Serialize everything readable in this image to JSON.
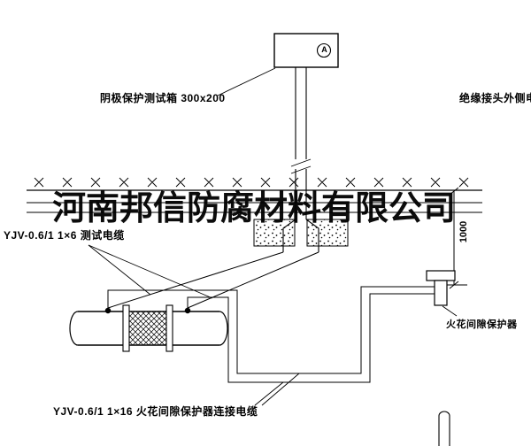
{
  "meta": {
    "type": "cad-installation-drawing",
    "background_color": "#ffffff",
    "line_color": "#000000"
  },
  "watermark": {
    "text": "河南邦信防腐材料有限公司"
  },
  "test_box": {
    "label": "阴极保护测试箱 300x200",
    "meter": "A"
  },
  "cables": {
    "insulated_joint_outer": "绝缘接头外侧电缆",
    "test_cable": "YJV-0.6/1 1×6  测试电缆",
    "spark_gap_cable": "YJV-0.6/1 1×16  火花间隙保护器连接电缆"
  },
  "spark_gap": {
    "label": "火花间隙保护器"
  },
  "dimensions": {
    "burial_depth": "1000"
  }
}
